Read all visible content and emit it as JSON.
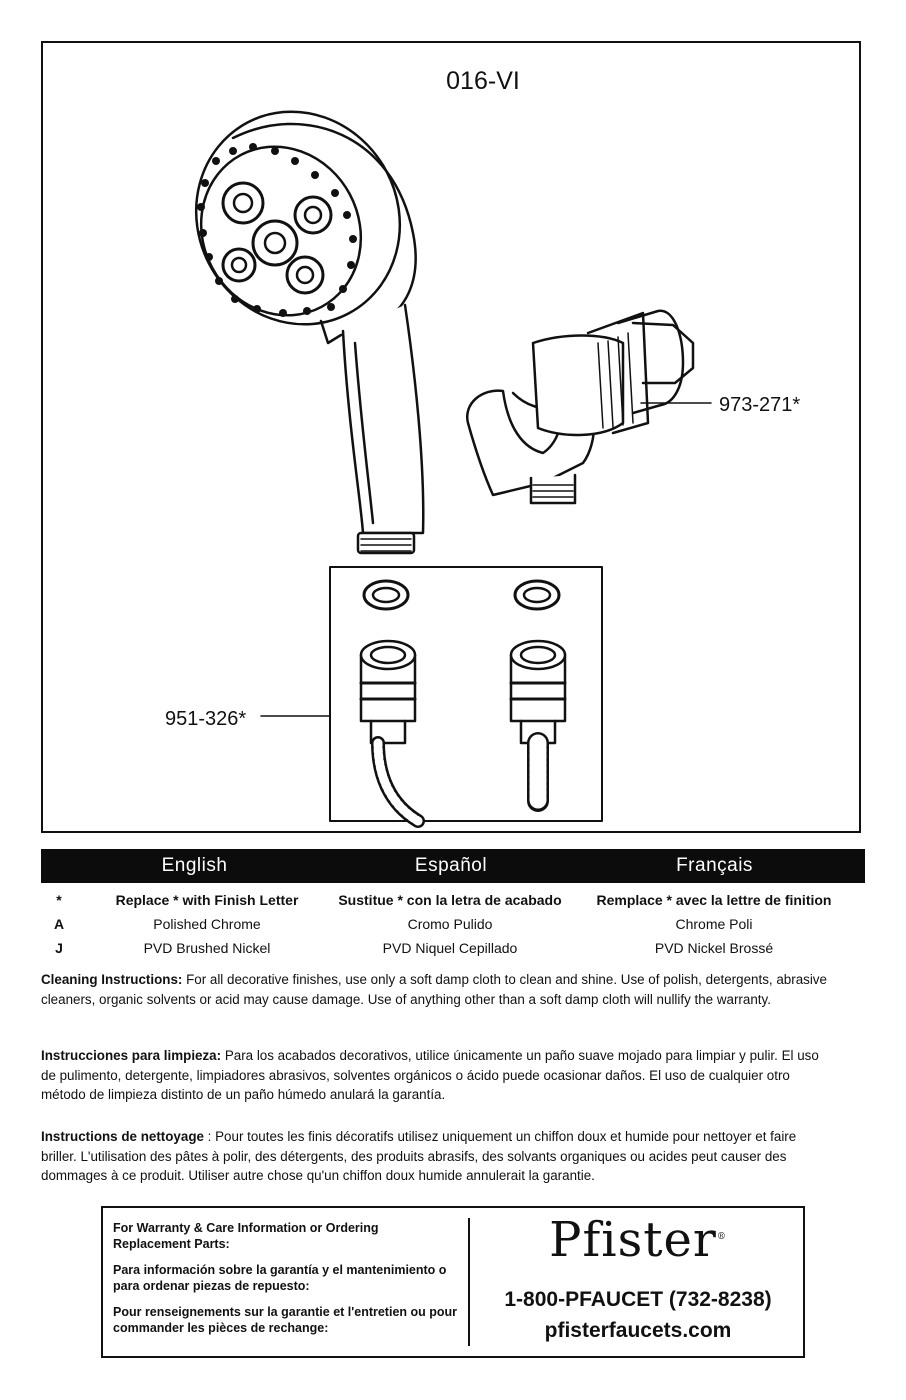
{
  "diagram": {
    "model_number": "016-VI",
    "part_holder": "973-271*",
    "part_hose": "951-326*"
  },
  "finish_table": {
    "languages": [
      "English",
      "Español",
      "Français"
    ],
    "rows": [
      {
        "code": "*",
        "english": "Replace * with Finish Letter",
        "espanol": "Sustitue * con la letra de acabado",
        "francais": "Remplace * avec la lettre de finition"
      },
      {
        "code": "A",
        "english": "Polished Chrome",
        "espanol": "Cromo Pulido",
        "francais": "Chrome Poli"
      },
      {
        "code": "J",
        "english": "PVD Brushed Nickel",
        "espanol": "PVD Niquel Cepillado",
        "francais": "PVD Nickel Brossé"
      }
    ]
  },
  "cleaning": {
    "en_label": "Cleaning Instructions:",
    "en_text": " For all decorative finishes, use only a soft damp cloth to clean and shine. Use of polish, detergents, abrasive cleaners, organic solvents or acid may cause damage. Use of anything other than a soft damp cloth will nullify the warranty.",
    "es_label": "Instrucciones para limpieza:",
    "es_text": "  Para los acabados decorativos, utilice únicamente un paño suave mojado para limpiar y pulir. El uso de pulimento, detergente, limpiadores abrasivos, solventes orgánicos o ácido puede ocasionar daños. El uso de cualquier otro método de limpieza distinto de un paño húmedo anulará la garantía.",
    "fr_label": "Instructions de nettoyage",
    "fr_text": "  : Pour toutes les finis décoratifs utilisez uniquement un chiffon doux et humide pour nettoyer et faire briller. L'utilisation des pâtes à polir, des détergents, des produits abrasifs, des solvants organiques ou acides peut causer des dommages à ce produit. Utiliser autre chose qu'un chiffon doux humide annulerait la garantie."
  },
  "contact": {
    "en": "For Warranty & Care Information or Ordering Replacement Parts:",
    "es": "Para información sobre la garantía y el mantenimiento o para ordenar piezas de repuesto:",
    "fr": "Pour renseignements sur la garantie et l'entretien ou pour commander les pièces de rechange:",
    "brand": "Pfister",
    "phone": "1-800-PFAUCET (732-8238)",
    "website": "pfisterfaucets.com"
  }
}
